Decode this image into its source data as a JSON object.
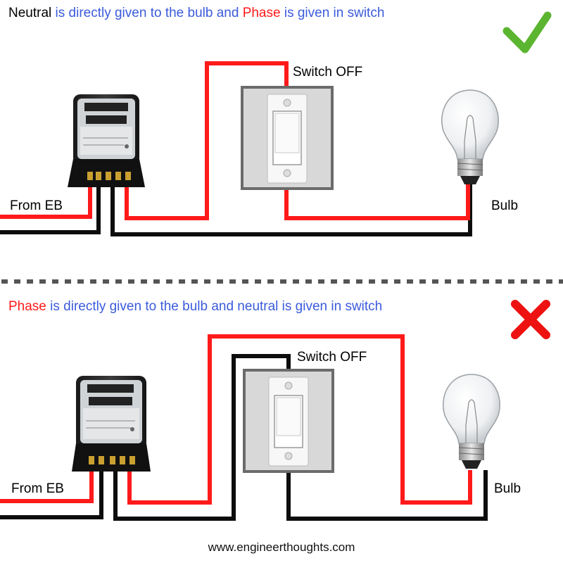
{
  "colors": {
    "phase_wire": "#ff1a1a",
    "neutral_wire": "#0d0d0d",
    "caption_blue": "#3b5bdb",
    "check": "#5cb531",
    "cross": "#ee1111",
    "divider": "#555555"
  },
  "top": {
    "caption": {
      "lead": "Neutral",
      "lead_color": "#000000",
      "mid1": " is directly given to the bulb and ",
      "key": "Phase",
      "key_color": "#ff1a1a",
      "mid2": " is given in switch"
    },
    "verdict_icon": "check-icon",
    "switch_label": "Switch OFF",
    "source_label": "From EB",
    "bulb_label": "Bulb"
  },
  "bottom": {
    "caption": {
      "lead": "Phase",
      "lead_color": "#ff1a1a",
      "mid1": " is directly given to the bulb and neutral is given in switch"
    },
    "verdict_icon": "cross-icon",
    "switch_label": "Switch OFF",
    "source_label": "From EB",
    "bulb_label": "Bulb"
  },
  "footer": {
    "website": "www.engineerthoughts.com"
  }
}
